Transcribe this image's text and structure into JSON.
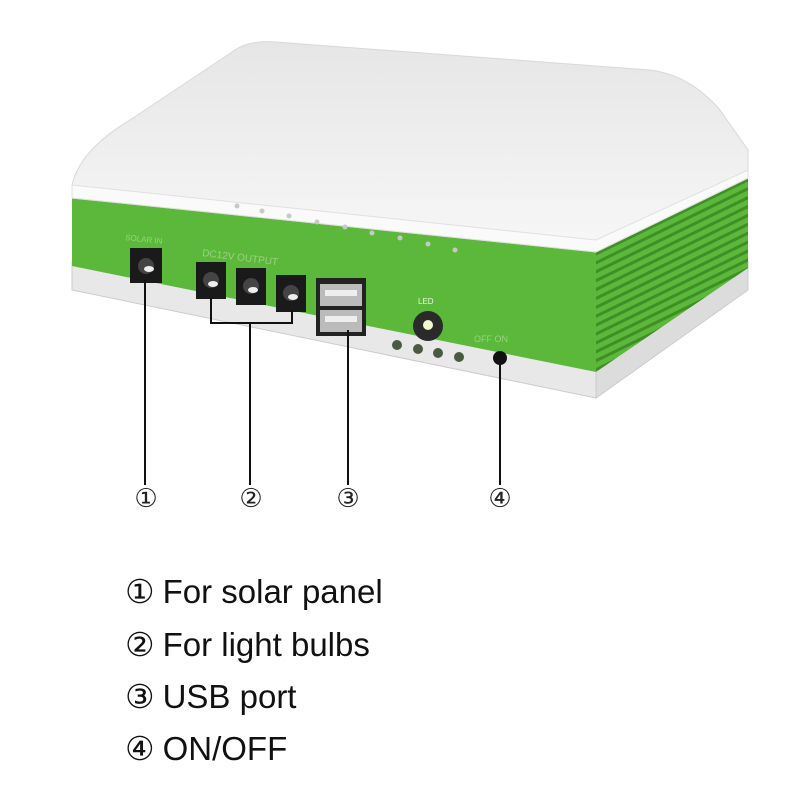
{
  "product": {
    "markings": {
      "solar_in": "SOLAR IN",
      "output": "DC12V OUTPUT",
      "led": "LED",
      "off": "OFF",
      "on": "ON"
    },
    "colors": {
      "body": "#f0f0f0",
      "green": "#5cb83a",
      "port": "#1a1a1a"
    }
  },
  "callouts": [
    {
      "marker": "①"
    },
    {
      "marker": "②"
    },
    {
      "marker": "③"
    },
    {
      "marker": "④"
    }
  ],
  "legend": [
    {
      "marker": "①",
      "text": "For solar panel"
    },
    {
      "marker": "②",
      "text": "For light bulbs"
    },
    {
      "marker": "③",
      "text": "USB port"
    },
    {
      "marker": "④",
      "text": "ON/OFF"
    }
  ]
}
